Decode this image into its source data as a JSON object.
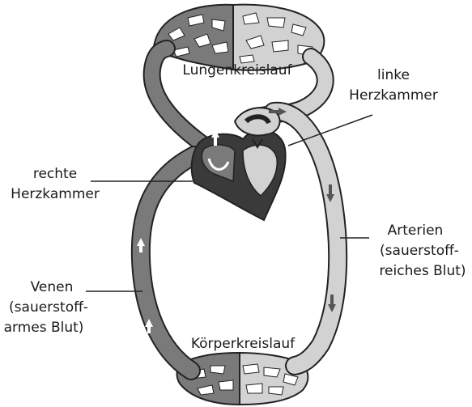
{
  "labels": {
    "lung_circuit": "Lungenkreislauf",
    "body_circuit": "Körperkreislauf",
    "left_ventricle": [
      "linke",
      "Herzkammer"
    ],
    "right_ventricle": [
      "rechte",
      "Herzkammer"
    ],
    "arteries": [
      "Arterien",
      "(sauerstoff-",
      "reiches Blut)"
    ],
    "veins": [
      "Venen",
      "(sauerstoff-",
      "armes Blut)"
    ]
  },
  "colors": {
    "deoxygenated": "#7a7a7a",
    "oxygenated": "#d2d2d2",
    "heart_wall": "#3a3a3a",
    "outline": "#222222",
    "text": "#1a1a1a"
  }
}
